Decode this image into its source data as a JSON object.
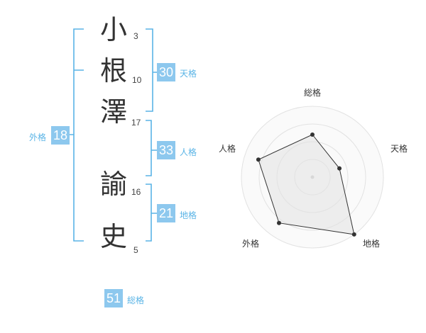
{
  "name": {
    "chars": [
      {
        "char": "小",
        "strokes": "3"
      },
      {
        "char": "根",
        "strokes": "10"
      },
      {
        "char": "澤",
        "strokes": "17"
      },
      {
        "char": "諭",
        "strokes": "16"
      },
      {
        "char": "史",
        "strokes": "5"
      }
    ]
  },
  "kaku": {
    "tenkaku": {
      "value": "30",
      "label": "天格"
    },
    "jinkaku": {
      "value": "33",
      "label": "人格"
    },
    "chikaku": {
      "value": "21",
      "label": "地格"
    },
    "gaikaku": {
      "value": "18",
      "label": "外格"
    },
    "soukaku": {
      "value": "51",
      "label": "総格"
    }
  },
  "colors": {
    "accent": "#8dc8ee",
    "bracket": "#5ab4e6",
    "label": "#5ab4e6"
  },
  "chart_data": {
    "type": "radar",
    "categories": [
      "総格",
      "天格",
      "地格",
      "外格",
      "人格"
    ],
    "values": [
      3,
      2,
      5,
      4,
      4
    ],
    "rmax": 5,
    "rings": 4
  }
}
